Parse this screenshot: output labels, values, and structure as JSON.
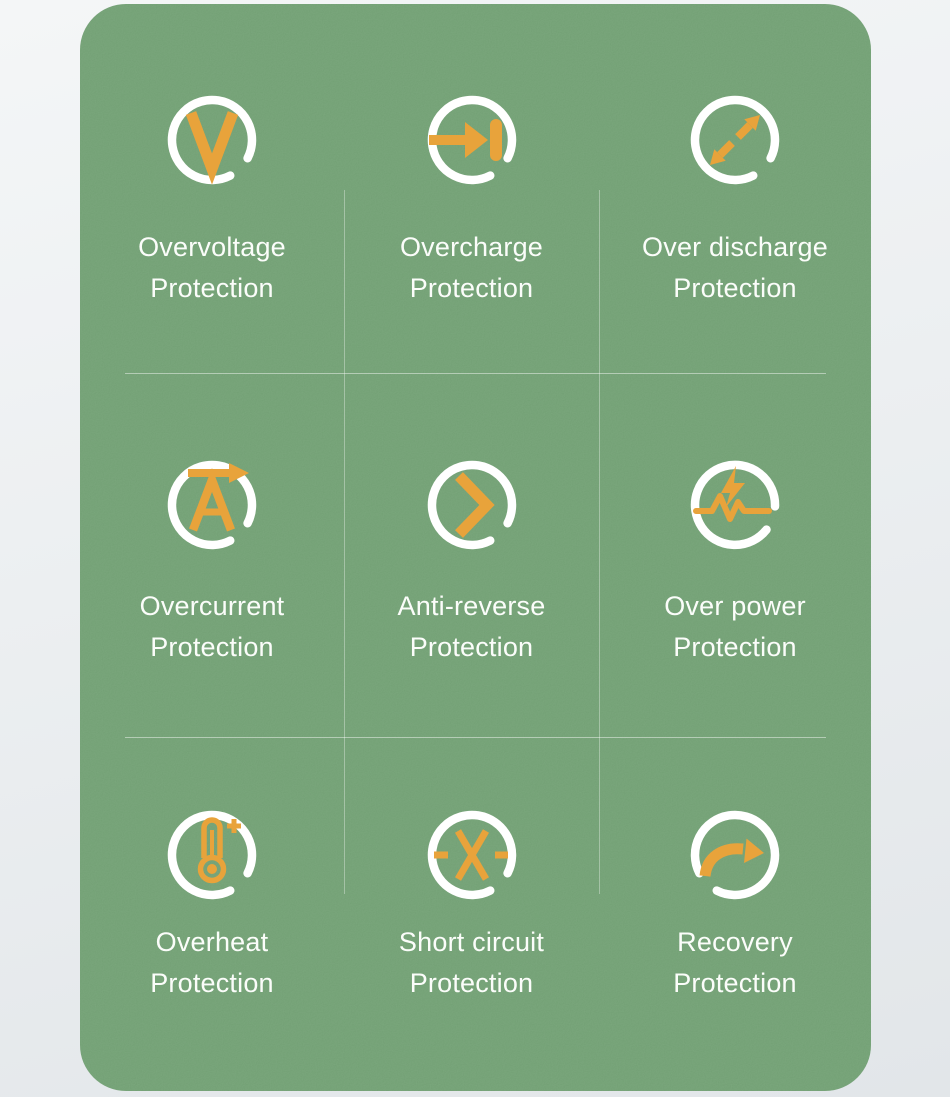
{
  "theme": {
    "page_bg_top": "#f4f6f7",
    "page_bg_mid": "#eceff1",
    "page_bg_bot": "#e2e6e9",
    "card_bg": "#6E9C70",
    "accent": "#E8A33B",
    "ring": "#FFFFFF",
    "text": "#FBFDFA",
    "divider": "rgba(255,255,255,0.45)"
  },
  "card": {
    "cells": [
      {
        "icon": "overvoltage-icon",
        "label_line1": "Overvoltage",
        "label_line2": "Protection"
      },
      {
        "icon": "overcharge-icon",
        "label_line1": "Overcharge",
        "label_line2": "Protection"
      },
      {
        "icon": "over-discharge-icon",
        "label_line1": "Over discharge",
        "label_line2": "Protection"
      },
      {
        "icon": "overcurrent-icon",
        "label_line1": "Overcurrent",
        "label_line2": "Protection"
      },
      {
        "icon": "anti-reverse-icon",
        "label_line1": "Anti-reverse",
        "label_line2": "Protection"
      },
      {
        "icon": "over-power-icon",
        "label_line1": "Over power",
        "label_line2": "Protection"
      },
      {
        "icon": "overheat-icon",
        "label_line1": "Overheat",
        "label_line2": "Protection"
      },
      {
        "icon": "short-circuit-icon",
        "label_line1": "Short circuit",
        "label_line2": "Protection"
      },
      {
        "icon": "recovery-icon",
        "label_line1": "Recovery",
        "label_line2": "Protection"
      }
    ]
  }
}
